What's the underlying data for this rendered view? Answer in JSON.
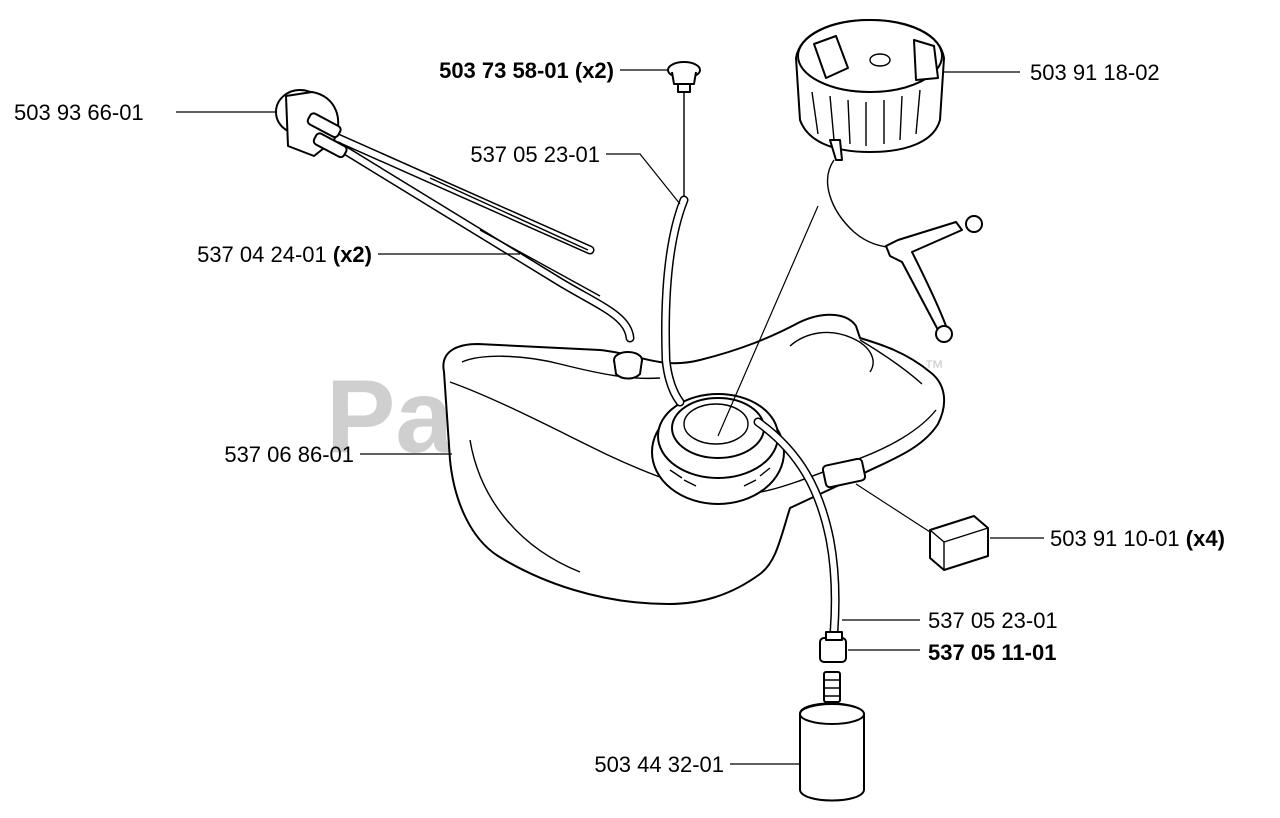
{
  "watermark": {
    "text": "PartsTree",
    "trademark": "™"
  },
  "callouts": {
    "tank_vent": {
      "text": "503 73 58-01",
      "qty": "(x2)"
    },
    "tank_cap": {
      "text": "503 91 18-02",
      "qty": ""
    },
    "primer_bulb": {
      "text": "503 93 66-01",
      "qty": ""
    },
    "fuel_hose_upper": {
      "text": "537 05 23-01",
      "qty": ""
    },
    "return_hose": {
      "text": "537 04 24-01",
      "qty": "(x2)"
    },
    "fuel_tank": {
      "text": "537 06 86-01",
      "qty": ""
    },
    "rubber_mount": {
      "text": "503 91 10-01",
      "qty": "(x4)"
    },
    "fuel_hose_lower": {
      "text": "537 05 23-01",
      "qty": ""
    },
    "hose_fitting": {
      "text": "537 05 11-01",
      "qty": ""
    },
    "fuel_filter": {
      "text": "503 44 32-01",
      "qty": ""
    }
  }
}
